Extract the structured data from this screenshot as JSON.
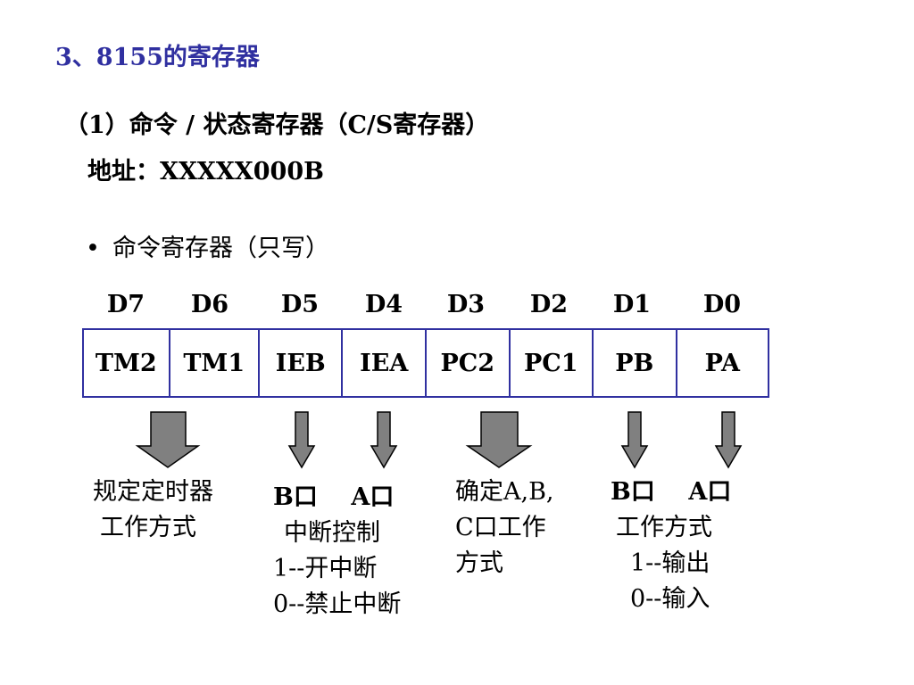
{
  "title": "3、8155的寄存器",
  "cs_line": "（1）命令 / 状态寄存器（C/S寄存器）",
  "address_line": "地址：XXXXX000B",
  "bullet": {
    "symbol": "•",
    "text": "命令寄存器（只写）"
  },
  "bits": [
    "D7",
    "D6",
    "D5",
    "D4",
    "D3",
    "D2",
    "D1",
    "D0"
  ],
  "fields": [
    "TM2",
    "TM1",
    "IEB",
    "IEA",
    "PC2",
    "PC1",
    "PB",
    "PA"
  ],
  "descriptions": {
    "timer": [
      "规定定时器",
      "工作方式"
    ],
    "interrupt_ports": "B口    A口",
    "interrupt": [
      "中断控制",
      "1--开中断",
      "0--禁止中断"
    ],
    "portc": [
      "确定A,B,",
      "C口工作",
      "方式"
    ],
    "io_ports": "B口    A口",
    "io": [
      "工作方式",
      "1--输出",
      "0--输入"
    ]
  },
  "colors": {
    "heading": "#3030a0",
    "border": "#3030a0",
    "arrow_fill": "#808080"
  }
}
